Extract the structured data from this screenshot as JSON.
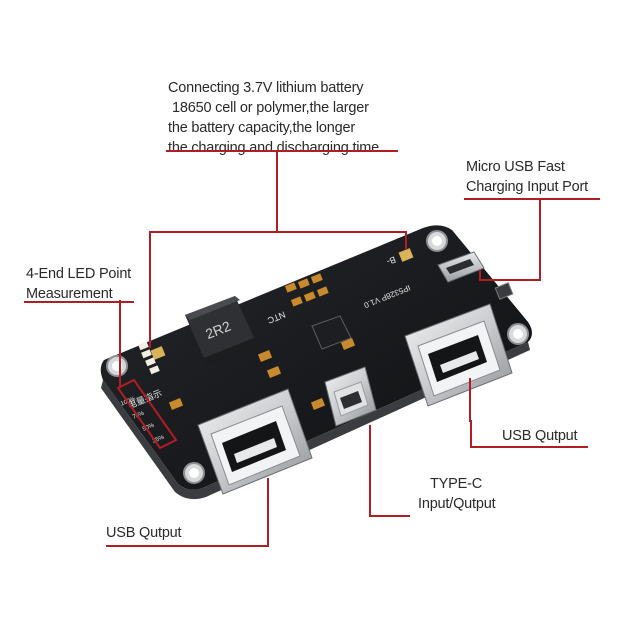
{
  "callouts": {
    "battery": {
      "lines": [
        "Connecting 3.7V lithium battery",
        "18650 cell or polymer,the larger",
        "the battery capacity,the longer",
        "the charging and discharging time"
      ]
    },
    "micro_usb": {
      "lines": [
        "Micro USB Fast",
        "Charging Input Port"
      ]
    },
    "led": {
      "lines": [
        "4-End LED Point",
        "Measurement"
      ]
    },
    "usb_right": {
      "text": "USB Qutput"
    },
    "type_c": {
      "lines": [
        "TYPE-C",
        "Input/Qutput"
      ]
    },
    "usb_left": {
      "text": "USB Qutput"
    }
  },
  "board": {
    "inductor_marking": "2R2",
    "silk_ntc": "NTC",
    "silk_b_minus": "B-",
    "silk_version": "IP5328P V1.0",
    "silk_led_chinese": "电量指示",
    "silk_led_levels": [
      "100%",
      "75%",
      "50%",
      "25%"
    ]
  },
  "colors": {
    "callout_line": "#b01e24",
    "pcb": "#16171a",
    "usb_metal": "#d8dadc",
    "inductor": "#3b3b3d",
    "cap": "#c98a2e"
  }
}
